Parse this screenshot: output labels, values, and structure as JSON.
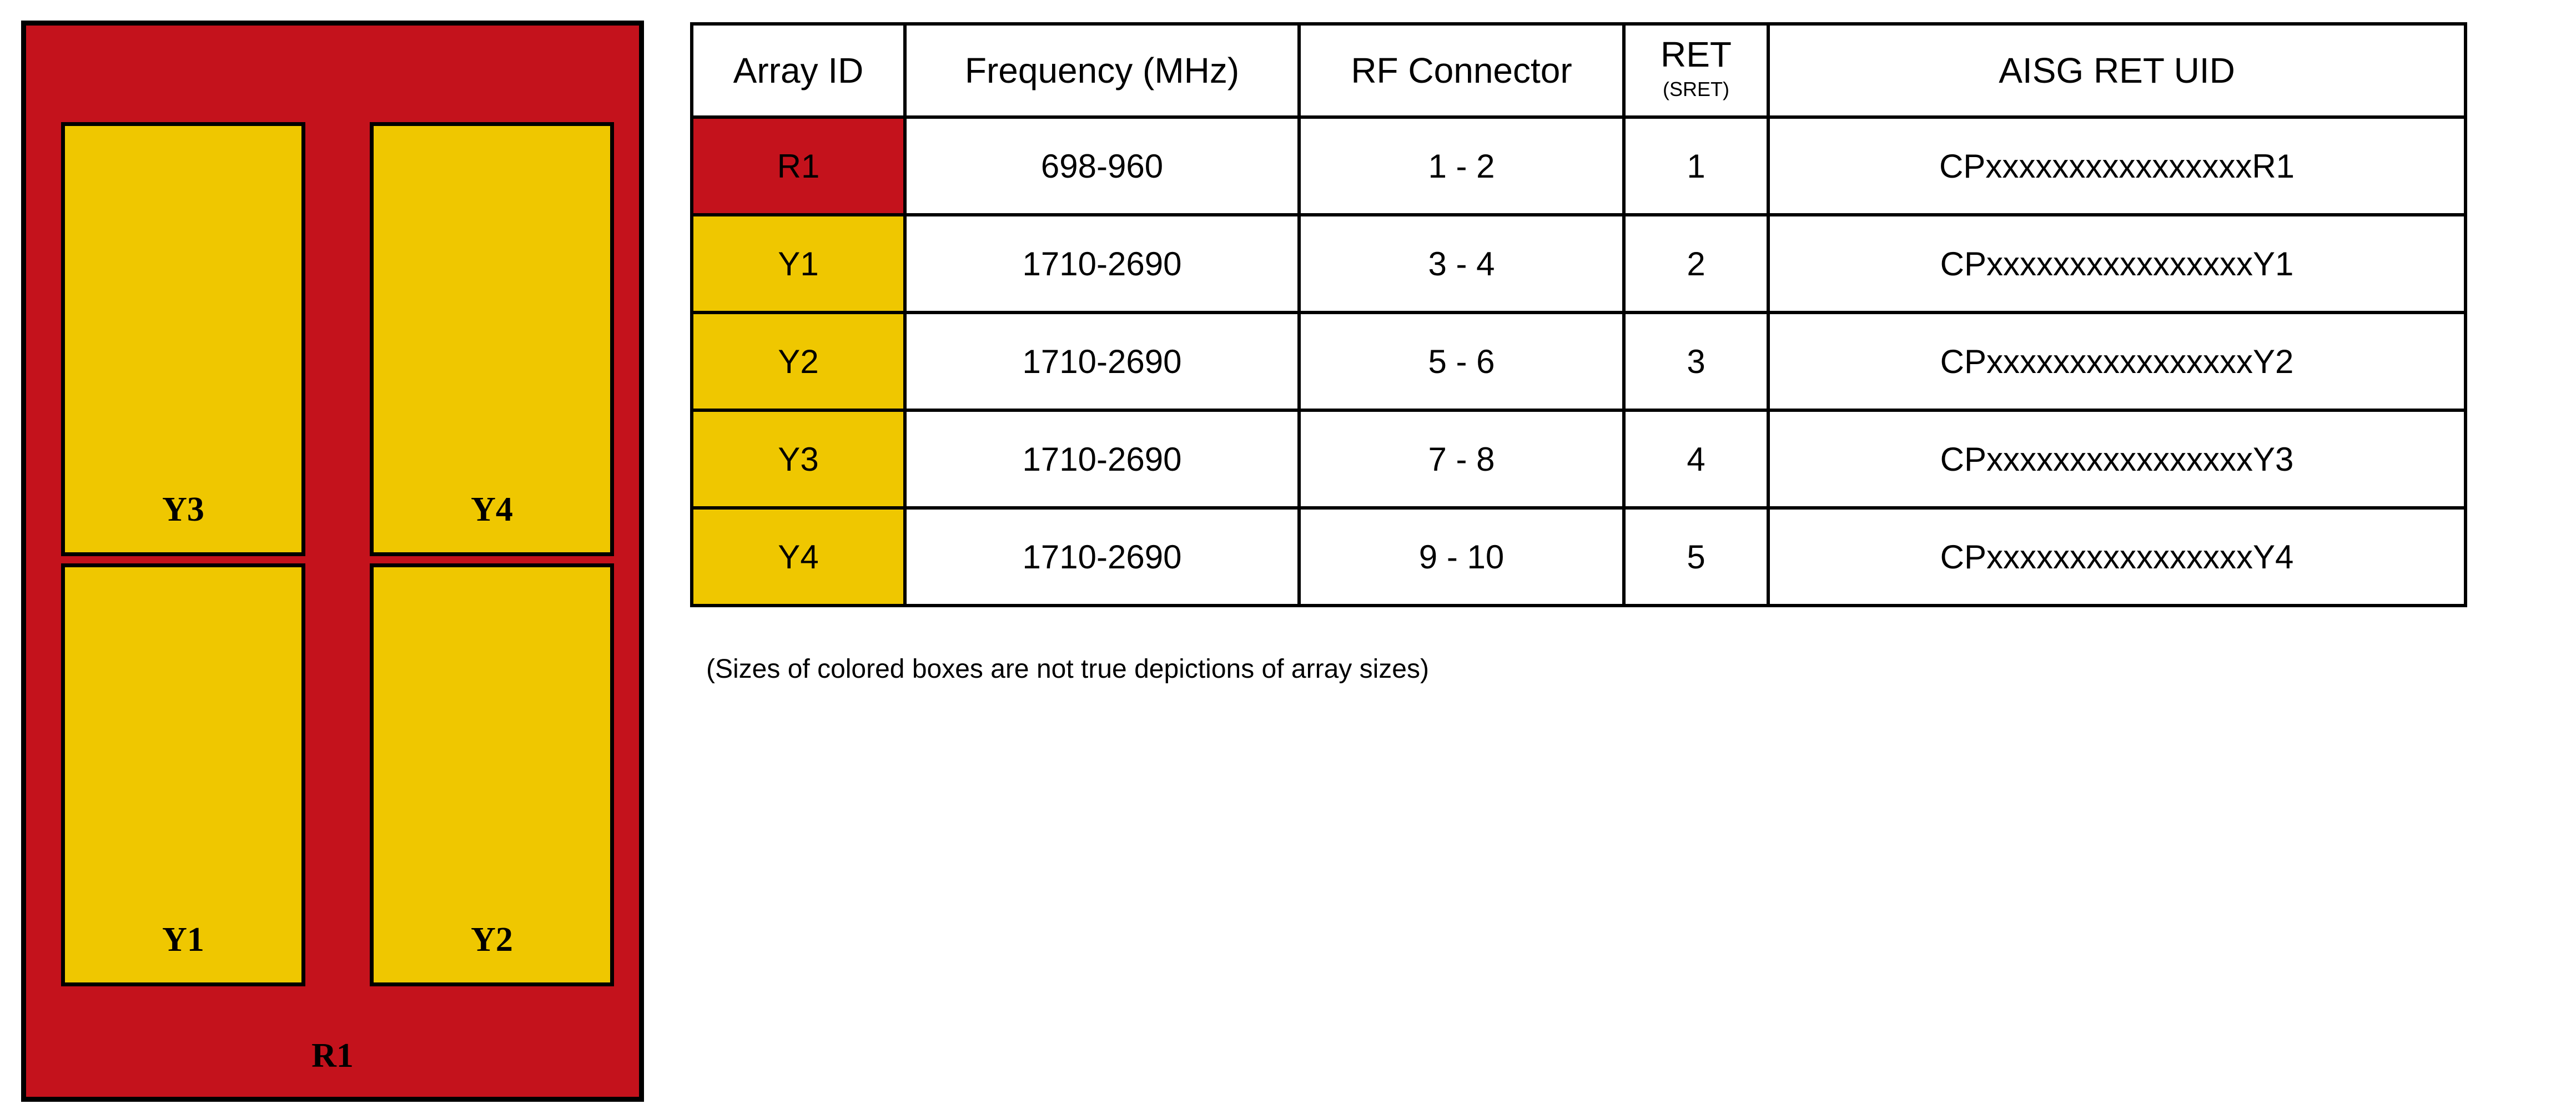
{
  "diagram": {
    "panel_label": "R1",
    "panel_color": "#C4121C",
    "array_color": "#EFC700",
    "boxes": [
      {
        "label": "Y3"
      },
      {
        "label": "Y4"
      },
      {
        "label": "Y1"
      },
      {
        "label": "Y2"
      }
    ]
  },
  "table": {
    "headers": {
      "array_id": "Array ID",
      "frequency": "Frequency (MHz)",
      "rf_connector": "RF Connector",
      "ret_main": "RET",
      "ret_sub": "(SRET)",
      "aisg_ret_uid": "AISG RET UID"
    },
    "rows": [
      {
        "array_id": "R1",
        "frequency": "698-960",
        "rf_connector": "1 - 2",
        "ret": "1",
        "aisg_ret_uid": "CPxxxxxxxxxxxxxxxxR1",
        "color": "#C4121C"
      },
      {
        "array_id": "Y1",
        "frequency": "1710-2690",
        "rf_connector": "3 - 4",
        "ret": "2",
        "aisg_ret_uid": "CPxxxxxxxxxxxxxxxxY1",
        "color": "#EFC700"
      },
      {
        "array_id": "Y2",
        "frequency": "1710-2690",
        "rf_connector": "5 - 6",
        "ret": "3",
        "aisg_ret_uid": "CPxxxxxxxxxxxxxxxxY2",
        "color": "#EFC700"
      },
      {
        "array_id": "Y3",
        "frequency": "1710-2690",
        "rf_connector": "7 - 8",
        "ret": "4",
        "aisg_ret_uid": "CPxxxxxxxxxxxxxxxxY3",
        "color": "#EFC700"
      },
      {
        "array_id": "Y4",
        "frequency": "1710-2690",
        "rf_connector": "9 - 10",
        "ret": "5",
        "aisg_ret_uid": "CPxxxxxxxxxxxxxxxxY4",
        "color": "#EFC700"
      }
    ]
  },
  "caption": "(Sizes of colored boxes are not true depictions of array sizes)"
}
